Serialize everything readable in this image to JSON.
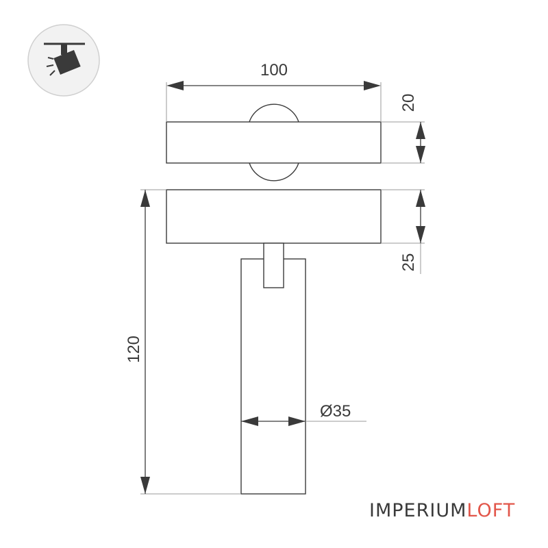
{
  "dimensions": {
    "width": "100",
    "top_height": "20",
    "bottom_height": "25",
    "total_height": "120",
    "diameter": "Ø35"
  },
  "brand": {
    "part1": "IMPERIUM",
    "part2": "LOFT",
    "accent_color": "#e2564a"
  },
  "icon": {
    "name": "track-spotlight-icon"
  },
  "colors": {
    "line": "#3a3a3a",
    "dim_line": "#9a9a9a",
    "icon_bg": "#f2f2f2",
    "icon_border": "#cfcfcf"
  }
}
